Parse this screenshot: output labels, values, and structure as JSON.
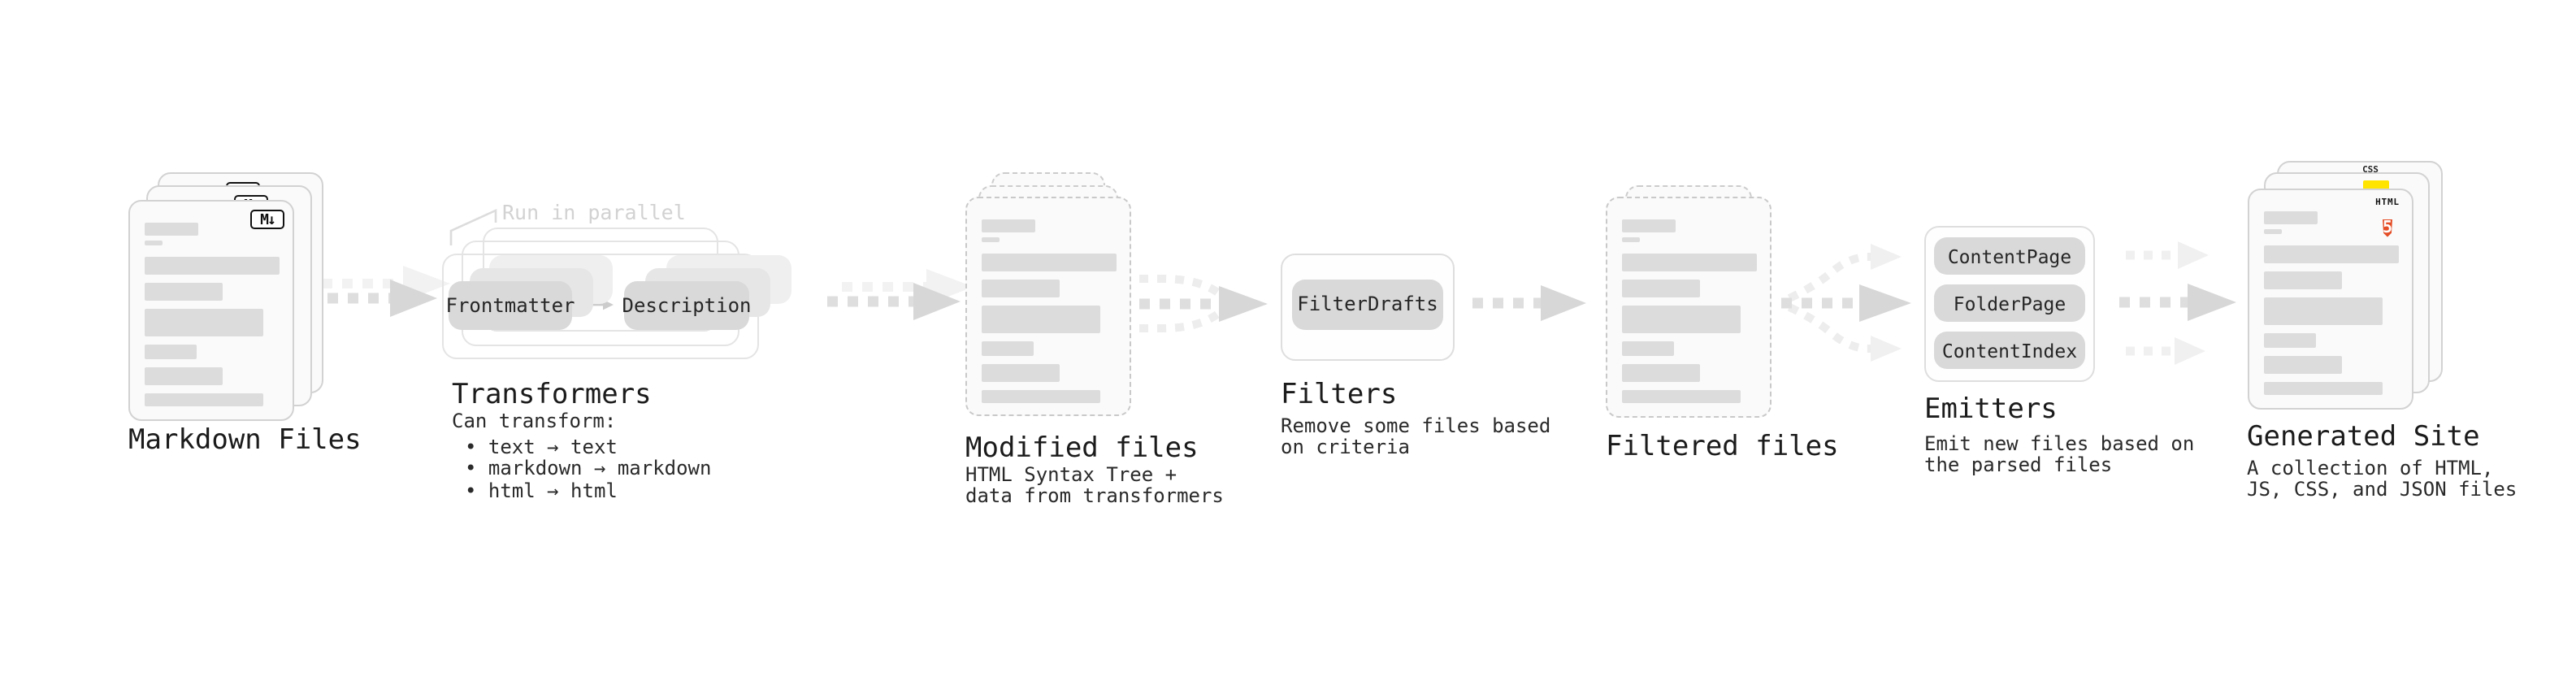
{
  "pipeline": {
    "markdown_files": {
      "label": "Markdown Files"
    },
    "transformers": {
      "label": "Transformers",
      "parallel_note": "Run in parallel",
      "transformer_boxes": [
        "Frontmatter",
        "Description"
      ],
      "caption_title": "Can transform:",
      "bullets": [
        "• text → text",
        "• markdown → markdown",
        "• html → html"
      ]
    },
    "modified_files": {
      "label": "Modified files",
      "sublines": [
        "HTML Syntax Tree +",
        "data from transformers"
      ]
    },
    "filters": {
      "label": "Filters",
      "filter_boxes": [
        "FilterDrafts"
      ],
      "sublines": [
        "Remove some files based",
        "on criteria"
      ]
    },
    "filtered_files": {
      "label": "Filtered files"
    },
    "emitters": {
      "label": "Emitters",
      "emitter_boxes": [
        "ContentPage",
        "FolderPage",
        "ContentIndex"
      ],
      "sublines": [
        "Emit new files based on",
        "the parsed files"
      ]
    },
    "generated_site": {
      "label": "Generated Site",
      "sublines": [
        "A collection of HTML,",
        "JS, CSS, and JSON files"
      ]
    }
  },
  "icons": {
    "markdown_badge": "M↓",
    "html5_badge_text": "HTML",
    "html5_badge_number": "5",
    "css_badge_text": "CSS"
  },
  "colors": {
    "html5_orange": "#e44d26",
    "js_yellow": "#ffe400",
    "css_blue": "#2965f1"
  }
}
